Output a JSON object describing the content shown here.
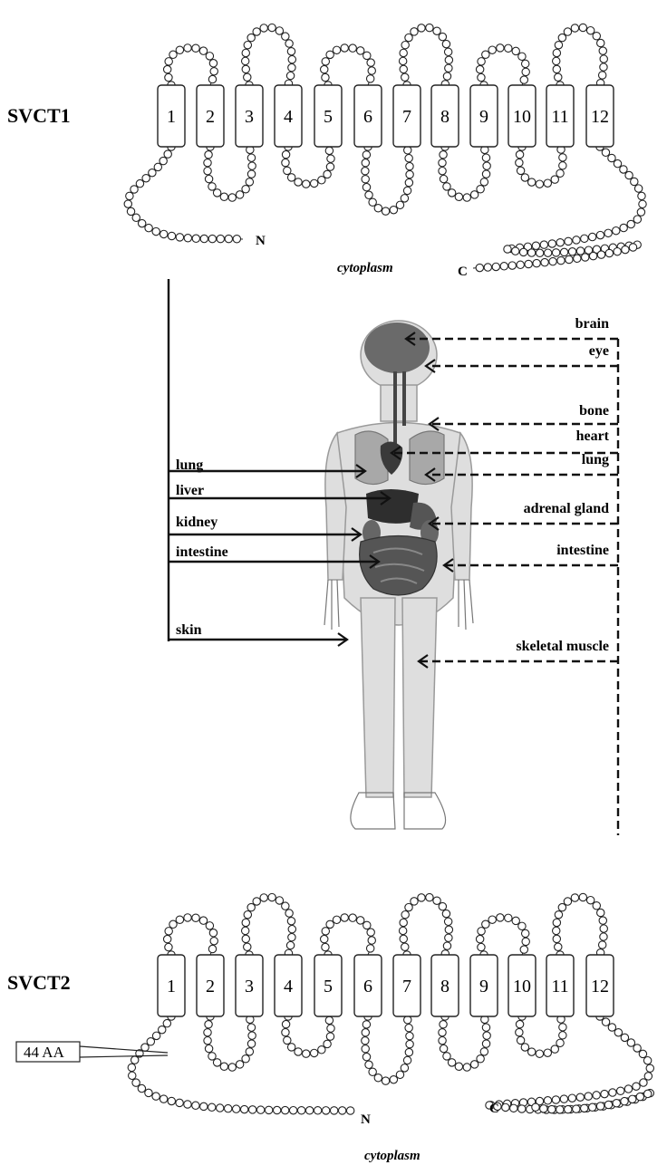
{
  "svct1": {
    "title": "SVCT1",
    "tm_labels": [
      "1",
      "2",
      "3",
      "4",
      "5",
      "6",
      "7",
      "8",
      "9",
      "10",
      "11",
      "12"
    ],
    "n_term": "N",
    "c_term": "C",
    "region": "cytoplasm"
  },
  "svct2": {
    "title": "SVCT2",
    "tm_labels": [
      "1",
      "2",
      "3",
      "4",
      "5",
      "6",
      "7",
      "8",
      "9",
      "10",
      "11",
      "12"
    ],
    "n_term": "N",
    "c_term": "C",
    "region": "cytoplasm",
    "insert_label": "44 AA"
  },
  "svct1_tissues": [
    "lung",
    "liver",
    "kidney",
    "intestine",
    "skin"
  ],
  "svct2_tissues": [
    "brain",
    "eye",
    "bone",
    "heart",
    "lung",
    "adrenal gland",
    "intestine",
    "skeletal muscle"
  ],
  "colors": {
    "line": "#111111",
    "organ_dark": "#2a2a2a",
    "body_light": "#d9d9d9"
  }
}
